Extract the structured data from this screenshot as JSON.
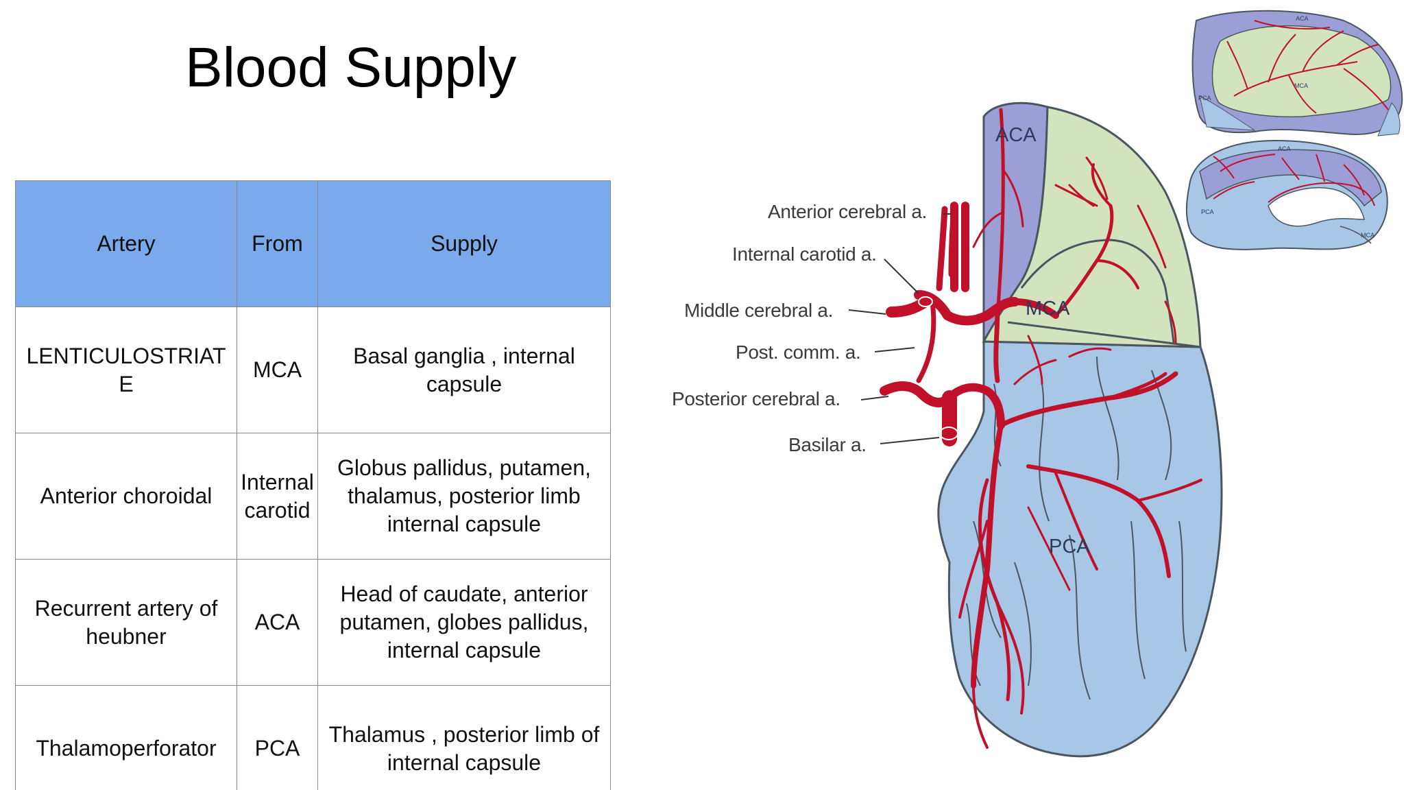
{
  "title": "Blood Supply",
  "table": {
    "headers": [
      "Artery",
      "From",
      "Supply"
    ],
    "rows": [
      {
        "artery": "LENTICULOSTRIATE",
        "from": "MCA",
        "supply": "Basal ganglia , internal capsule"
      },
      {
        "artery": "Anterior choroidal",
        "from": "Internal carotid",
        "supply": "Globus pallidus, putamen, thalamus, posterior limb internal capsule"
      },
      {
        "artery": "Recurrent artery of heubner",
        "from": "ACA",
        "supply": "Head of caudate, anterior putamen, globes pallidus, internal capsule"
      },
      {
        "artery": "Thalamoperforator",
        "from": "PCA",
        "supply": "Thalamus , posterior limb of internal capsule"
      }
    ]
  },
  "diagram": {
    "labels": {
      "anterior_cerebral": "Anterior cerebral a.",
      "internal_carotid": "Internal carotid a.",
      "middle_cerebral": "Middle cerebral a.",
      "post_comm": "Post. comm. a.",
      "posterior_cerebral": "Posterior cerebral a.",
      "basilar": "Basilar a."
    },
    "regions": {
      "aca": "ACA",
      "mca": "MCA",
      "pca": "PCA"
    },
    "colors": {
      "aca_fill": "#9c9fd6",
      "mca_fill": "#d3e3bd",
      "pca_fill": "#a8c6e6",
      "artery": "#c0102a",
      "outline": "#4a5560"
    }
  }
}
